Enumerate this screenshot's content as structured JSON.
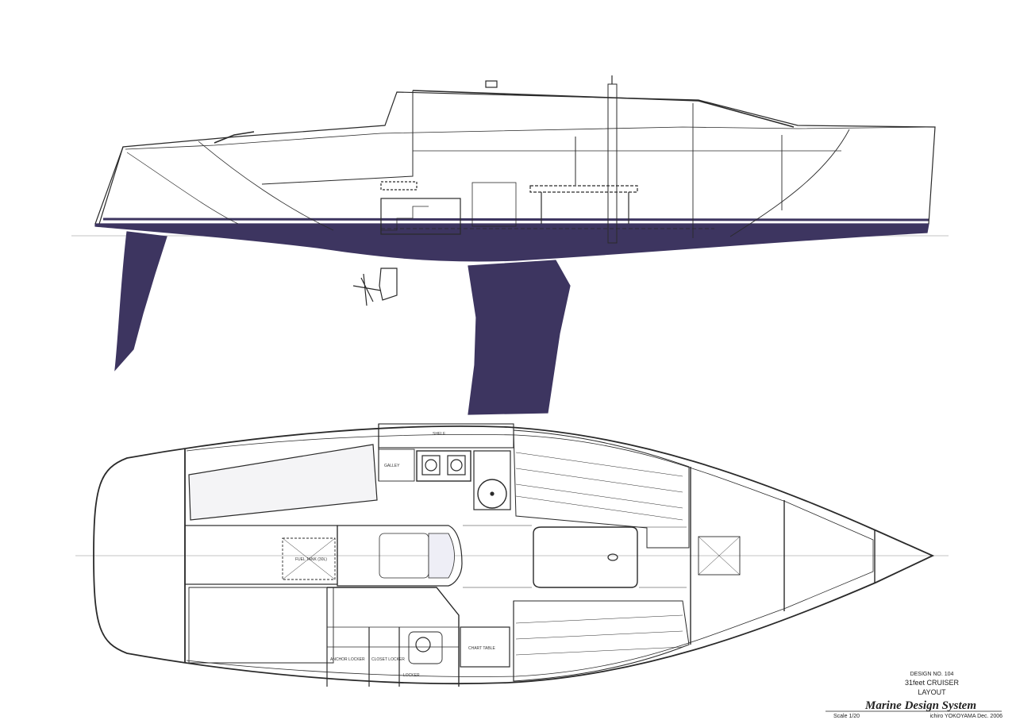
{
  "title_block": {
    "design_no": "DESIGN NO. 104",
    "model": "31feet CRUISER",
    "sheet": "LAYOUT",
    "company": "Marine Design System",
    "scale": "Scale 1/20",
    "designer_date": "ichiro YOKOYAMA  Dec. 2006"
  },
  "labels": {
    "fuel_tank": "FUEL TANK (30L)",
    "locker_1": "ANCHOR LOCKER",
    "locker_2": "CLOSET LOCKER",
    "locker_3": "LOCKER",
    "chart_table": "CHART TABLE",
    "galley": "GALLEY",
    "shelf": "SHELF"
  },
  "colors": {
    "hull_bottom": "#3d3560",
    "line": "#2a2a2a",
    "paper": "#ffffff"
  }
}
